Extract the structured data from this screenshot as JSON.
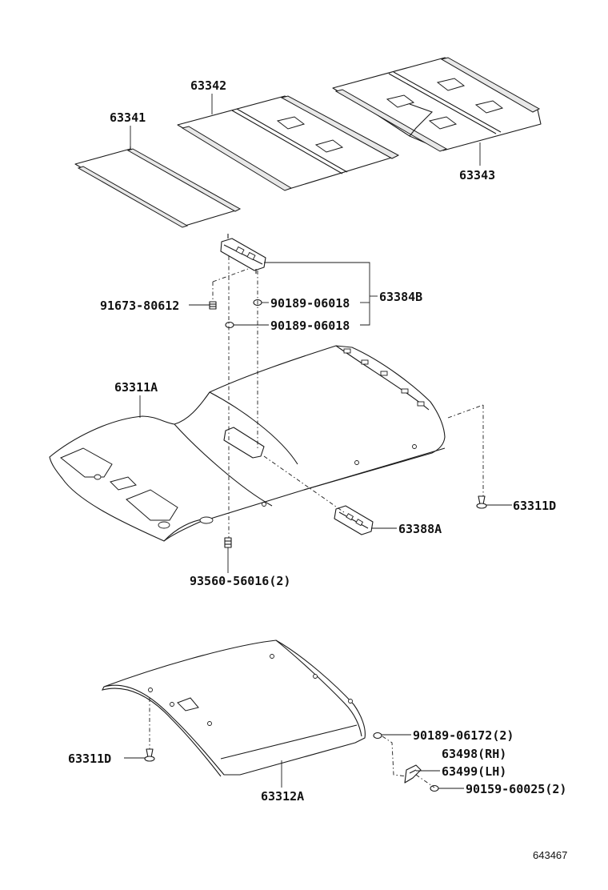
{
  "labels": {
    "p63341": "63341",
    "p63342": "63342",
    "p63343": "63343",
    "p63384b": "63384B",
    "p91673": "91673-80612",
    "p90189a": "90189-06018",
    "p90189b": "90189-06018",
    "p63311a": "63311A",
    "p63311d_top": "63311D",
    "p63388a": "63388A",
    "p93560": "93560-56016(2)",
    "p63311d_bottom": "63311D",
    "p90189_06172": "90189-06172(2)",
    "p63498": "63498(RH)",
    "p63499": "63499(LH)",
    "p90159": "90159-60025(2)",
    "p63312a": "63312A"
  },
  "figure_ref": "643467"
}
